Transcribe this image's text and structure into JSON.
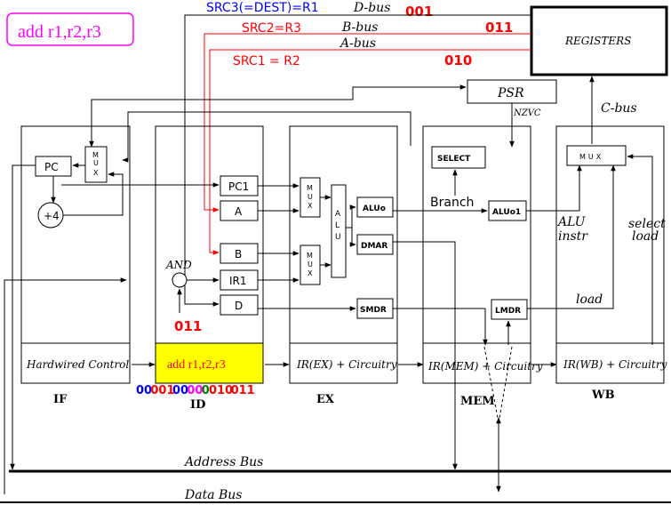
{
  "instruction_badge": "add r1,r2,r3",
  "colors": {
    "magenta": "#ff00ff",
    "blue": "#0000ff",
    "red": "#ff0000",
    "green": "#008000",
    "yellow": "#ffff00",
    "black": "#000000"
  },
  "buses": {
    "src3": "SRC3(=DEST)=R1",
    "d_bus": "D-bus",
    "d_bus_code": "001",
    "src2": "SRC2=R3",
    "b_bus": "B-bus",
    "b_bus_code": "011",
    "a_bus": "A-bus",
    "src1": "SRC1 = R2",
    "a_bus_code": "010",
    "c_bus": "C-bus",
    "address_bus": "Address Bus",
    "data_bus": "Data Bus"
  },
  "registers": "REGISTERS",
  "psr": {
    "label": "PSR",
    "flags": "NZVC"
  },
  "if_stage": {
    "pc": "PC",
    "mux": "MUX",
    "plus4": "+4",
    "bottom": "Hardwired Control",
    "stage": "IF"
  },
  "id_stage": {
    "pc1": "PC1",
    "a": "A",
    "b": "B",
    "ir1": "IR1",
    "d": "D",
    "and_label": "AND",
    "and_code": "011",
    "bottom": "add r1,r2,r3",
    "stage": "ID",
    "encoding": [
      {
        "text": "00",
        "color": "blue"
      },
      {
        "text": "001",
        "color": "red"
      },
      {
        "text": "00",
        "color": "blue"
      },
      {
        "text": "00",
        "color": "magenta"
      },
      {
        "text": "0",
        "color": "green"
      },
      {
        "text": "010",
        "color": "red"
      },
      {
        "text": "011",
        "color": "red"
      }
    ]
  },
  "ex_stage": {
    "mux1": "MUX",
    "mux2": "MUX",
    "alu": "ALU",
    "aluo": "ALUo",
    "dmar": "DMAR",
    "smdr": "SMDR",
    "bottom": "IR(EX) + Circuitry",
    "stage": "EX"
  },
  "mem_stage": {
    "select": "SELECT",
    "branch": "Branch",
    "aluo1": "ALUo1",
    "lmdr": "LMDR",
    "bottom": "IR(MEM) + Circuitry",
    "stage": "MEM"
  },
  "wb_stage": {
    "mux": "MUX",
    "alu_line1": "ALU",
    "alu_line2": "instr",
    "select_line1": "select",
    "select_line2": "load",
    "load": "load",
    "bottom": "IR(WB) + Circuitry",
    "stage": "WB"
  }
}
